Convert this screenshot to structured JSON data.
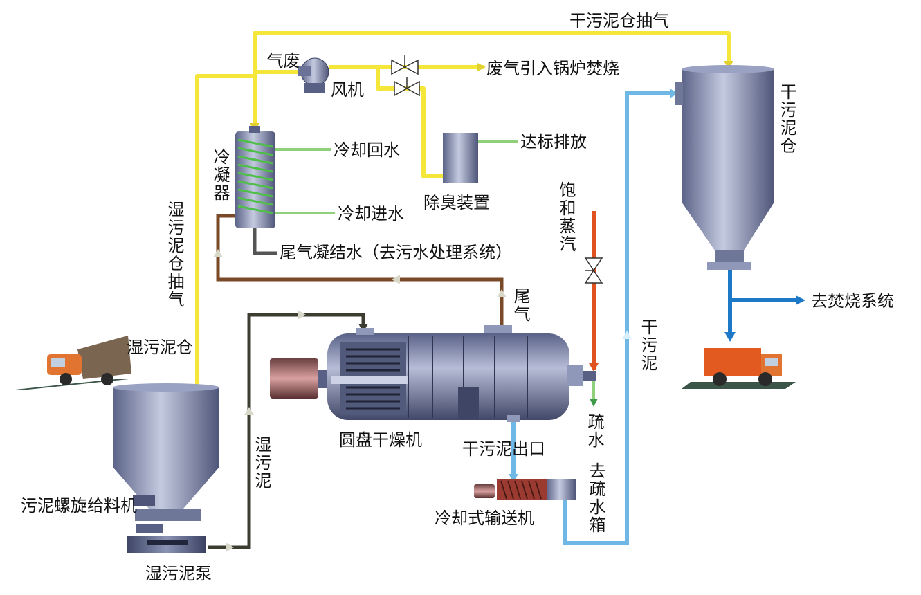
{
  "colors": {
    "waste_gas": "#f5e63a",
    "cooling_water": "#8fd17a",
    "dry_sludge": "#6fb8e6",
    "steam": "#e0521f",
    "wet_sludge": "#3c3c30",
    "tail_gas": "#7a4a28",
    "incineration": "#1e78c8",
    "equipment": "#8f98b8",
    "truck": "#e35a20"
  },
  "labels": {
    "dry_bin_exhaust": "干污泥仓抽气",
    "waste_gas": "废气",
    "fan": "风机",
    "to_boiler": "废气引入锅炉焚烧",
    "condenser": "冷凝器",
    "cooling_return": "冷却回水",
    "cooling_inlet": "冷却进水",
    "deodorizer": "除臭装置",
    "emission": "达标排放",
    "condensate": "尾气凝结水（去污水处理系统）",
    "wet_bin_exhaust": "湿污泥仓抽气",
    "dry_bin": "干污泥仓",
    "saturated_steam": "饱和蒸汽",
    "tail_gas": "尾气",
    "dry_sludge_line": "干污泥",
    "to_incineration": "去焚烧系统",
    "wet_bin": "湿污泥仓",
    "disc_dryer": "圆盘干燥机",
    "drain": "疏水",
    "dry_outlet": "干污泥出口",
    "to_drain_tank": "去疏水箱",
    "wet_sludge_line": "湿污泥",
    "screw_feeder": "污泥螺旋给料机",
    "cooling_conveyor": "冷却式输送机",
    "wet_pump": "湿污泥泵"
  }
}
